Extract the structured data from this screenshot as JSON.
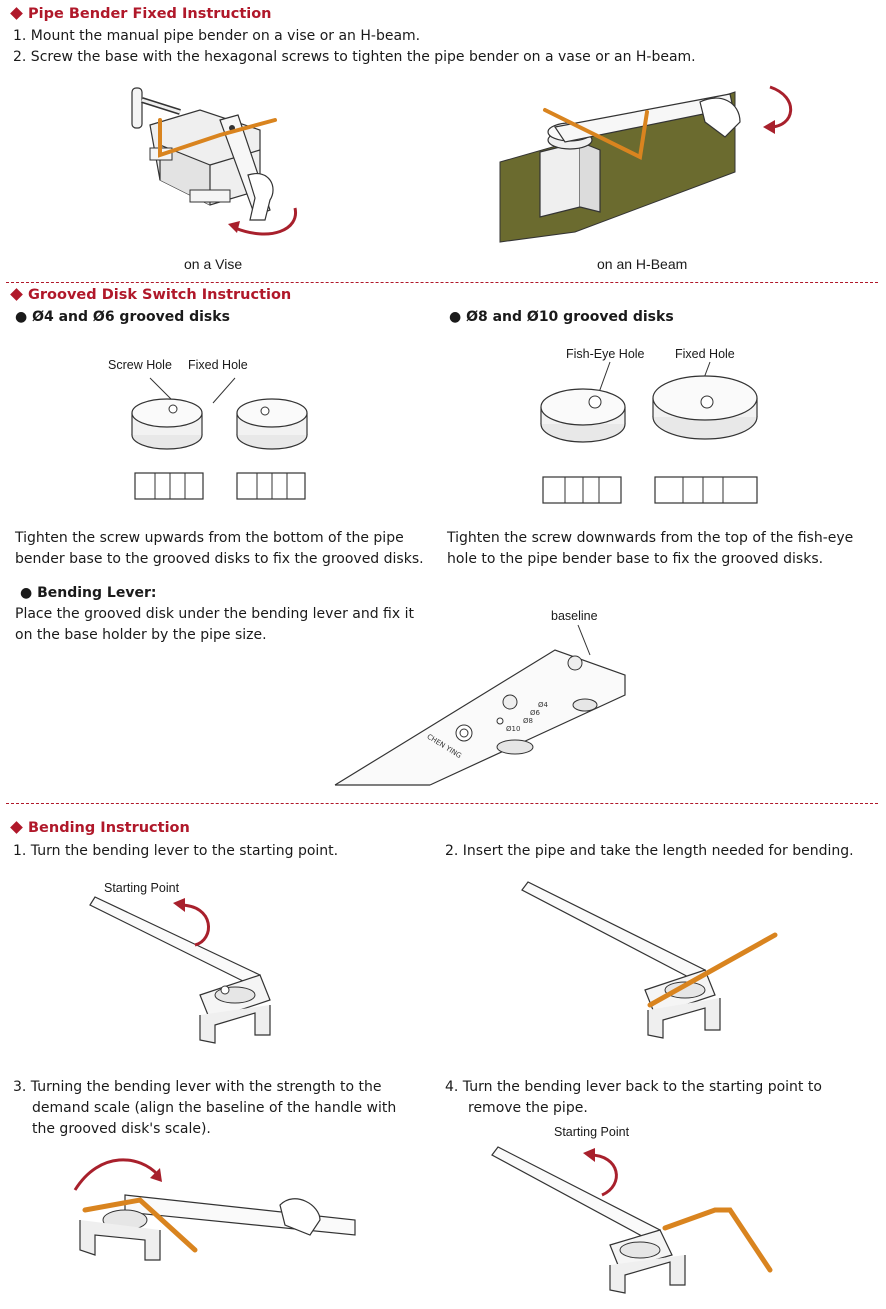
{
  "section1": {
    "heading": "Pipe Bender Fixed Instruction",
    "steps": [
      "1. Mount the manual pipe bender on a vise or an H-beam.",
      "2. Screw the base with the hexagonal screws to tighten the pipe bender on a vase or an H-beam."
    ],
    "captions": {
      "vise": "on a Vise",
      "hbeam": "on an H-Beam"
    }
  },
  "section2": {
    "heading": "Grooved Disk Switch Instruction",
    "left": {
      "title": "● Ø4 and Ø6 grooved disks",
      "labels": {
        "screw_hole": "Screw Hole",
        "fixed_hole": "Fixed Hole"
      },
      "text": [
        "Tighten the screw upwards from the bottom of the pipe",
        "bender base to the grooved disks to fix the grooved disks."
      ]
    },
    "right": {
      "title": "● Ø8 and Ø10 grooved disks",
      "labels": {
        "fish_eye_hole": "Fish-Eye Hole",
        "fixed_hole": "Fixed Hole"
      },
      "text": [
        "Tighten the screw downwards from the top of the fish-eye",
        "hole to the pipe bender base to fix the grooved disks."
      ]
    },
    "lever": {
      "title": "● Bending Lever:",
      "text": [
        "Place the grooved disk under the bending lever and fix it",
        "on the base holder by the pipe size."
      ],
      "baseline_label": "baseline",
      "brand": "CHEN YING",
      "marks": [
        "Ø4",
        "Ø6",
        "Ø8",
        "Ø10"
      ]
    }
  },
  "section3": {
    "heading": "Bending Instruction",
    "step1": "1. Turn the bending lever to the starting point.",
    "step2": "2. Insert the pipe and take the length needed for bending.",
    "step3": [
      "3. Turning the bending lever with the strength to the",
      "demand scale (align the baseline of the handle with",
      "the grooved disk's scale)."
    ],
    "step4": [
      "4. Turn the bending lever back to the starting point to",
      "remove the pipe."
    ],
    "starting_point_1": "Starting Point",
    "starting_point_4": "Starting Point"
  }
}
